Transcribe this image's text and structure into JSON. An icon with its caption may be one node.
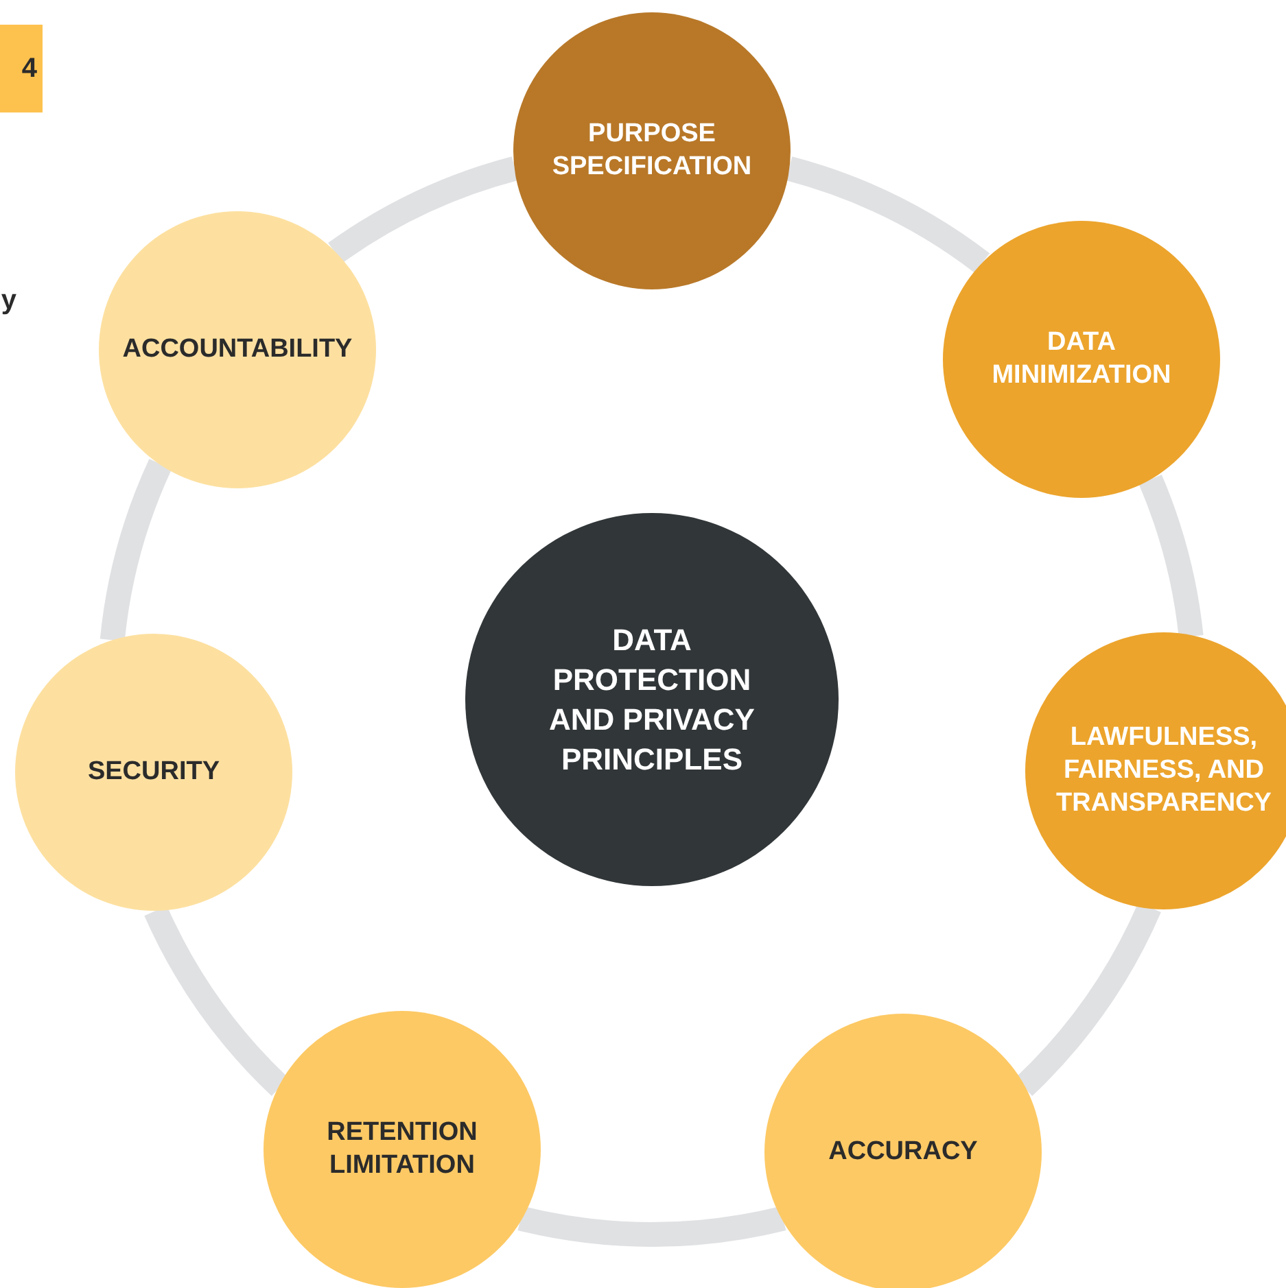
{
  "diagram": {
    "nodes": [
      {
        "text": [
          "PURPOSE SPECIFICATION"
        ]
      },
      {
        "text": [
          "DATA MINIMIZATION"
        ]
      },
      {
        "text": [
          "LAWFULNESS, FAIRNESS, AND TRANSPARENCY"
        ]
      },
      {
        "text": [
          "ACCURACY"
        ]
      },
      {
        "text": [
          "RETENTION LIMITATION"
        ]
      },
      {
        "text": [
          "SECURITY"
        ]
      },
      {
        "text": [
          "ACCOUNTABILITY"
        ]
      },
      {
        "text": [
          "DATA PROTECTION AND PRIVACY PRINCIPLES"
        ]
      }
    ],
    "edges": [
      {
        "from": 0,
        "to": 1,
        "arrow": "none"
      },
      {
        "from": 1,
        "to": 2,
        "arrow": "none"
      },
      {
        "from": 2,
        "to": 3,
        "arrow": "none"
      },
      {
        "from": 3,
        "to": 4,
        "arrow": "none"
      },
      {
        "from": 4,
        "to": 5,
        "arrow": "none"
      },
      {
        "from": 5,
        "to": 6,
        "arrow": "none"
      },
      {
        "from": 6,
        "to": 0,
        "arrow": "none"
      }
    ],
    "labels": [
      "4",
      "y"
    ]
  }
}
